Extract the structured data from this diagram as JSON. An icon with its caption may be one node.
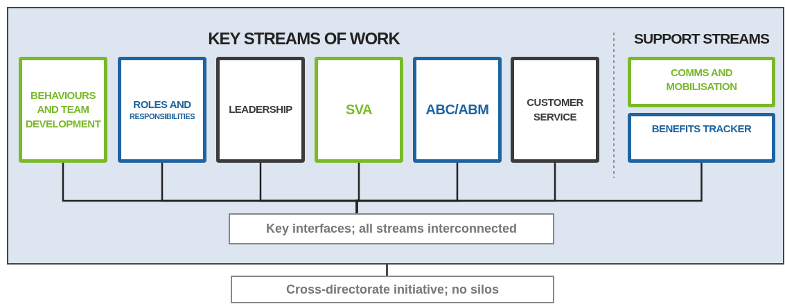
{
  "diagram": {
    "nodes": [
      {
        "text": [
          "KEY STREAMS OF WORK",
          "SUPPORT STREAMS"
        ]
      },
      {
        "text": [
          "BEHAVIOURS AND TEAM DEVELOPMENT"
        ],
        "in": 0
      },
      {
        "text": [
          "ROLES AND",
          "RESPONSIBILITIES"
        ],
        "in": 0
      },
      {
        "text": [
          "LEADERSHIP"
        ],
        "in": 0
      },
      {
        "text": [
          "SVA"
        ],
        "in": 0
      },
      {
        "text": [
          "ABC/ABM"
        ],
        "in": 0
      },
      {
        "text": [
          "CUSTOMER SERVICE"
        ],
        "in": 0
      },
      {
        "text": [
          "COMMS AND MOBILISATION"
        ],
        "in": 0
      },
      {
        "text": [
          "BENEFITS TRACKER"
        ],
        "in": 0
      },
      {
        "text": [
          "Key interfaces; all streams interconnected"
        ],
        "in": 0
      },
      {
        "text": [
          "Cross-directorate initiative; no silos"
        ]
      }
    ],
    "edges": [
      {
        "from": 1,
        "to": 9,
        "arrow": "none"
      },
      {
        "from": 2,
        "to": 9,
        "arrow": "none"
      },
      {
        "from": 3,
        "to": 9,
        "arrow": "none"
      },
      {
        "from": 4,
        "to": 9,
        "arrow": "none"
      },
      {
        "from": 5,
        "to": 9,
        "arrow": "none"
      },
      {
        "from": 6,
        "to": 9,
        "arrow": "none"
      },
      {
        "from": 8,
        "to": 9,
        "arrow": "none"
      },
      {
        "from": 0,
        "to": 10,
        "arrow": "none"
      }
    ]
  }
}
